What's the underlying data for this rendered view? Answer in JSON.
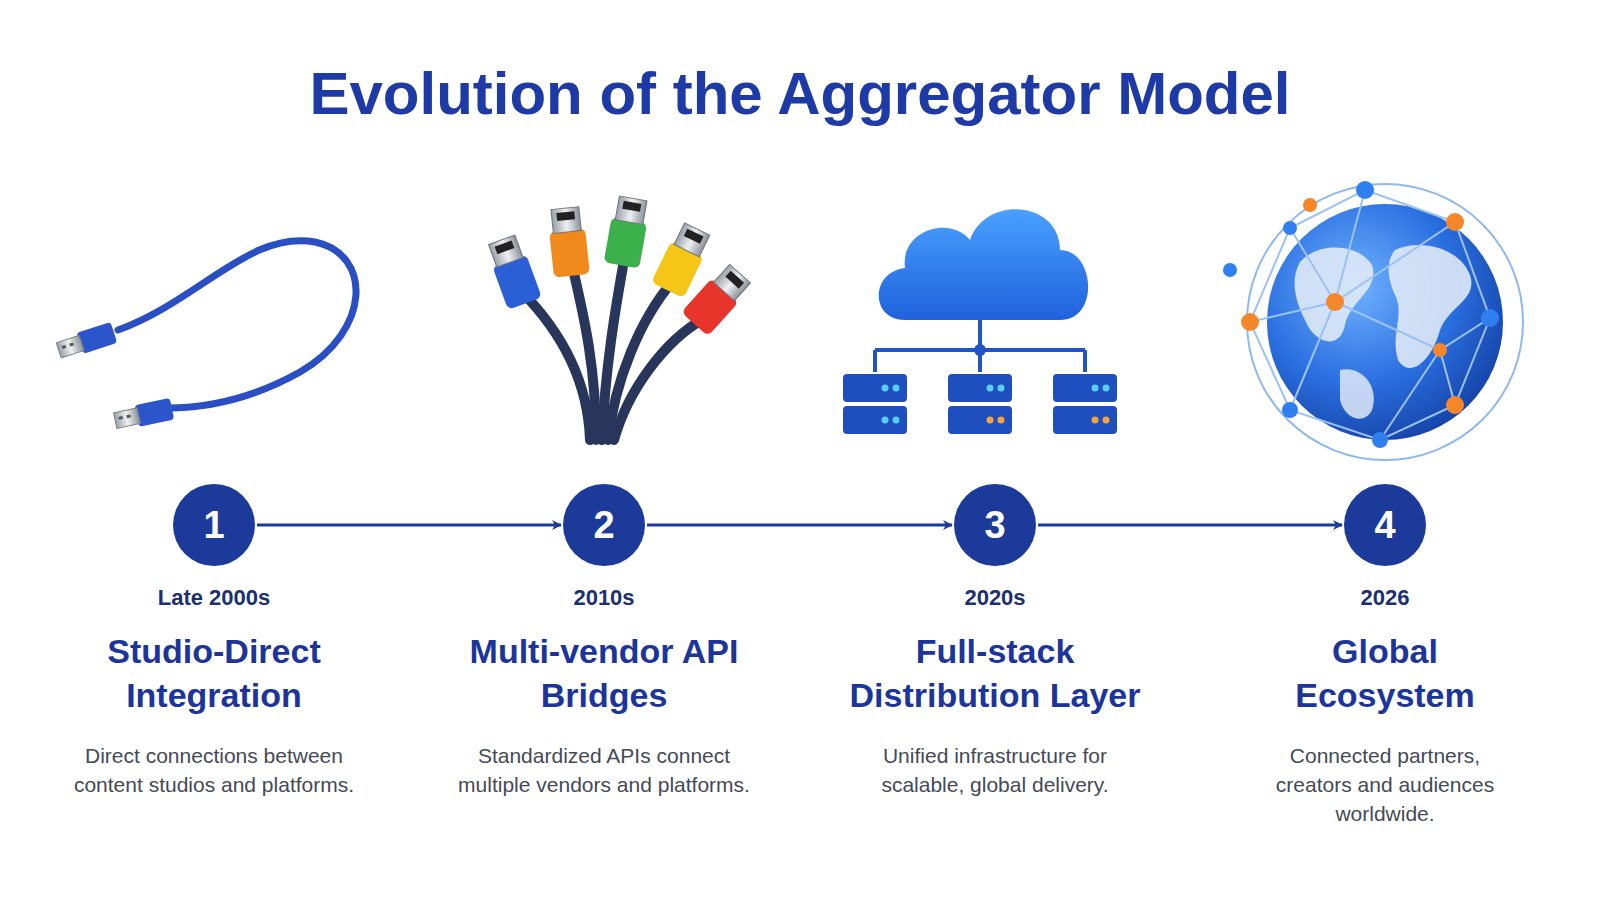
{
  "diagram": {
    "title": "Evolution of the Aggregator Model",
    "nodes": [
      {
        "text": [
          "1",
          "Late 2000s",
          "Studio-Direct Integration",
          "Direct connections between content studios and platforms."
        ]
      },
      {
        "text": [
          "2",
          "2010s",
          "Multi-vendor API Bridges",
          "Standardized APIs connect multiple vendors and platforms."
        ]
      },
      {
        "text": [
          "3",
          "2020s",
          "Full-stack Distribution Layer",
          "Unified infrastructure for scalable, global delivery."
        ]
      },
      {
        "text": [
          "4",
          "2026",
          "Global Ecosystem",
          "Connected partners, creators and audiences worldwide."
        ]
      }
    ],
    "edges": [
      {
        "from": 0,
        "to": 1,
        "arrow": "to"
      },
      {
        "from": 1,
        "to": 2,
        "arrow": "to"
      },
      {
        "from": 2,
        "to": 3,
        "arrow": "to"
      }
    ]
  }
}
